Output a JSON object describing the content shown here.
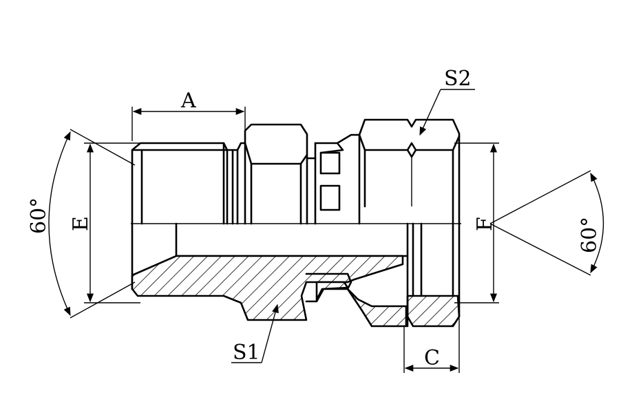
{
  "labels": {
    "dim_a": "A",
    "dim_c": "C",
    "dim_e": "E",
    "dim_f": "F",
    "angle_left": "60°",
    "angle_right": "60°",
    "callout_s1": "S1",
    "callout_s2": "S2"
  }
}
